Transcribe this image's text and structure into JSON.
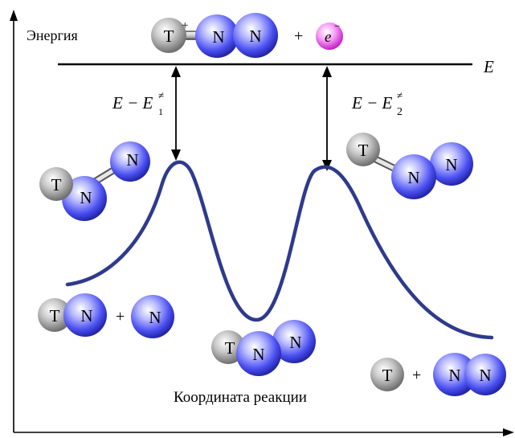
{
  "axes": {
    "y_label": "Энергия",
    "x_label": "Координата реакции"
  },
  "energy_level": {
    "label": "E"
  },
  "gaps": {
    "left": {
      "main": "E − E",
      "sub": "1",
      "sup": "≠"
    },
    "right": {
      "main": "E − E",
      "sub": "2",
      "sup": "≠"
    }
  },
  "atoms": {
    "t": "T",
    "n": "N",
    "e": "e"
  },
  "operators": {
    "plus": "+",
    "ion_charge": "+",
    "electron_charge": "−"
  },
  "colors": {
    "curve": "#2e3a8c",
    "nitrogen": "#3b3fe0",
    "titanium": "#8a8a8a",
    "electron": "#e23fe0"
  }
}
